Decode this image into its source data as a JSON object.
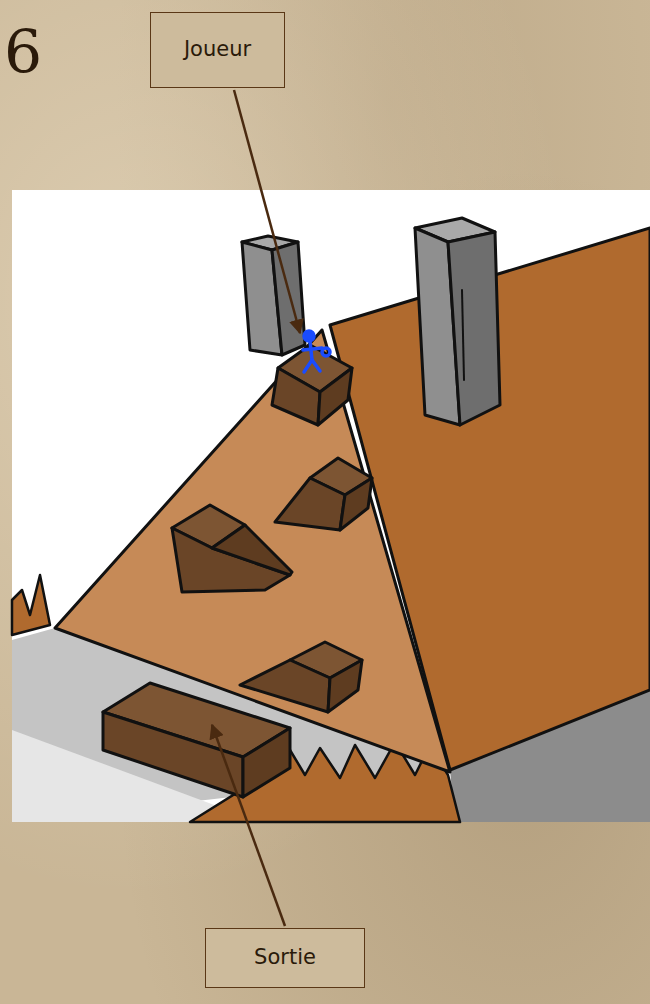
{
  "diagram": {
    "nodes": [
      {
        "text": [
          "Joueur"
        ]
      },
      {
        "text": [
          "Sortie"
        ]
      }
    ],
    "labels": [
      "6"
    ]
  }
}
